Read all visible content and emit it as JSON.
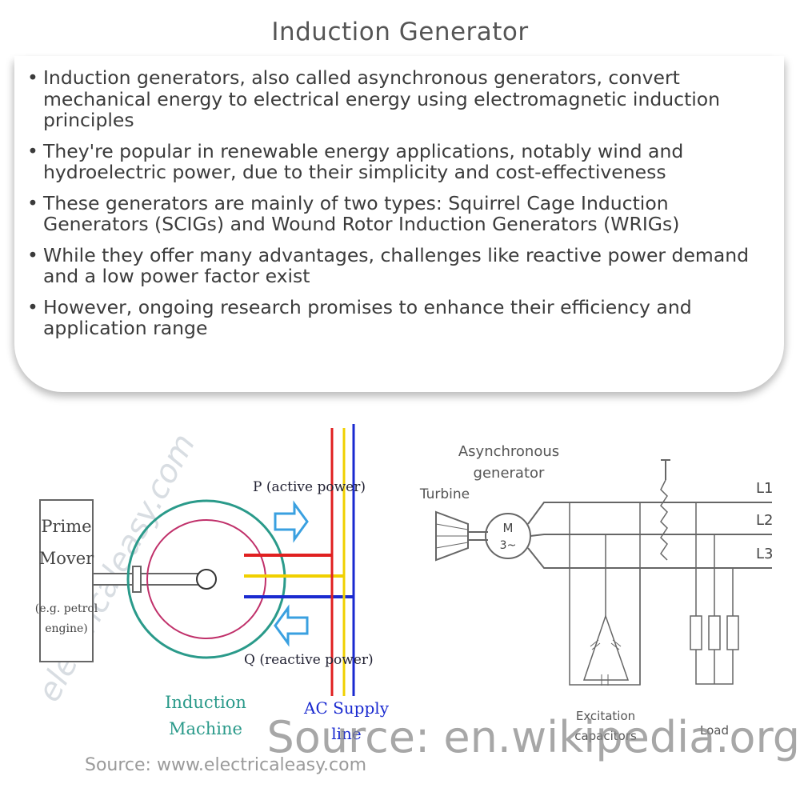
{
  "title": "Induction Generator",
  "bullets": [
    "Induction generators, also called asynchronous generators, convert mechanical energy to electrical energy using electromagnetic induction principles",
    "They're popular in renewable energy applications, notably wind and hydroelectric power, due to their simplicity and cost-effectiveness",
    "These generators are mainly of two types: Squirrel Cage Induction Generators (SCIGs) and Wound Rotor Induction Generators (WRIGs)",
    "While they offer many advantages, challenges like reactive power demand and a low power factor exist",
    "However, ongoing research promises to enhance their efficiency and application range"
  ],
  "left_diagram": {
    "prime_mover_l1": "Prime",
    "prime_mover_l2": "Mover",
    "prime_mover_l3": "(e.g. petrol",
    "prime_mover_l4": "engine)",
    "active_power": "P (active power)",
    "reactive_power": "Q (reactive power)",
    "machine_l1": "Induction",
    "machine_l2": "Machine",
    "supply_l1": "AC Supply",
    "supply_l2": "line",
    "watermark": "electricaleasy.com",
    "source": "Source: www.electricaleasy.com",
    "colors": {
      "ring": "#2a9a8a",
      "red": "#e02020",
      "yellow": "#f0d000",
      "blue": "#1a2ad0",
      "arrow": "#3aa0e0"
    }
  },
  "right_diagram": {
    "generator_l1": "Asynchronous",
    "generator_l2": "generator",
    "turbine": "Turbine",
    "motor_l1": "M",
    "motor_l2": "3~",
    "line1": "L1",
    "line2": "L2",
    "line3": "L3",
    "caps_l1": "Excitation",
    "caps_l2": "capacitors",
    "load": "Load",
    "source": "Source: en.wikipedia.org"
  }
}
